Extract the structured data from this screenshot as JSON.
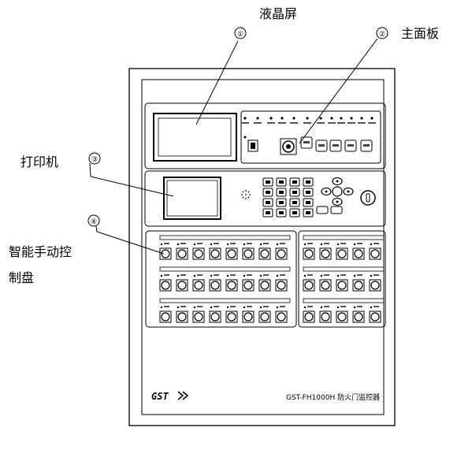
{
  "labels": {
    "lcd": "液晶屏",
    "main_board": "主面板",
    "printer": "打印机",
    "manual_panel_line1": "智能手动控",
    "manual_panel_line2": "制盘"
  },
  "callouts": [
    "①",
    "②",
    "③",
    "④"
  ],
  "device": {
    "brand": "GST",
    "model": "GST-FH1000H 防火门监控器"
  },
  "manual_panel": {
    "left_rows": 3,
    "left_buttons_per_row": 8,
    "right_rows": 3,
    "right_buttons_per_row": 5
  }
}
